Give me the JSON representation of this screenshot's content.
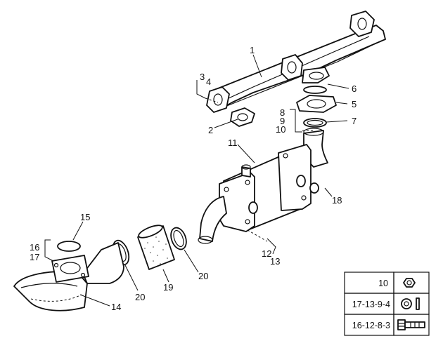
{
  "callouts": [
    "1",
    "2",
    "3",
    "4",
    "5",
    "6",
    "7",
    "8",
    "9",
    "10",
    "11",
    "12",
    "13",
    "14",
    "15",
    "16",
    "17",
    "18",
    "19",
    "20",
    "20"
  ],
  "legend": {
    "rows": [
      {
        "label": "10",
        "icon": "nut-icon"
      },
      {
        "label": "17-13-9-4",
        "icon": "washer-and-pin-icon"
      },
      {
        "label": "16-12-8-3",
        "icon": "bolt-icon"
      }
    ]
  }
}
